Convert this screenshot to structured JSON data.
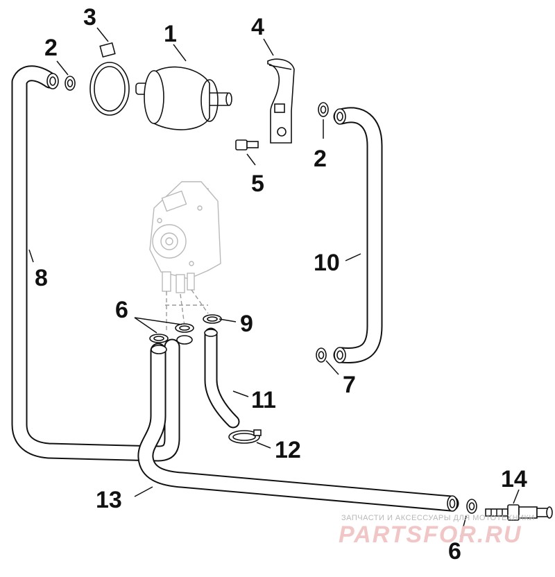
{
  "callouts": [
    {
      "id": "c1",
      "label": "1"
    },
    {
      "id": "c2a",
      "label": "2"
    },
    {
      "id": "c2b",
      "label": "2"
    },
    {
      "id": "c3",
      "label": "3"
    },
    {
      "id": "c4",
      "label": "4"
    },
    {
      "id": "c5",
      "label": "5"
    },
    {
      "id": "c6a",
      "label": "6"
    },
    {
      "id": "c6b",
      "label": "6"
    },
    {
      "id": "c7",
      "label": "7"
    },
    {
      "id": "c8",
      "label": "8"
    },
    {
      "id": "c9",
      "label": "9"
    },
    {
      "id": "c10",
      "label": "10"
    },
    {
      "id": "c11",
      "label": "11"
    },
    {
      "id": "c12",
      "label": "12"
    },
    {
      "id": "c13",
      "label": "13"
    },
    {
      "id": "c14",
      "label": "14"
    }
  ],
  "watermark": {
    "caption": "ЗАПЧАСТИ И АКСЕССУАРЫ ДЛЯ МОТОТЕХНИКИ",
    "brand": "PARTSFOR.RU",
    "brand_color": "#e9a3a3"
  },
  "colors": {
    "line": "#111111",
    "faded_part": "#b9b9b9",
    "background": "#ffffff"
  }
}
